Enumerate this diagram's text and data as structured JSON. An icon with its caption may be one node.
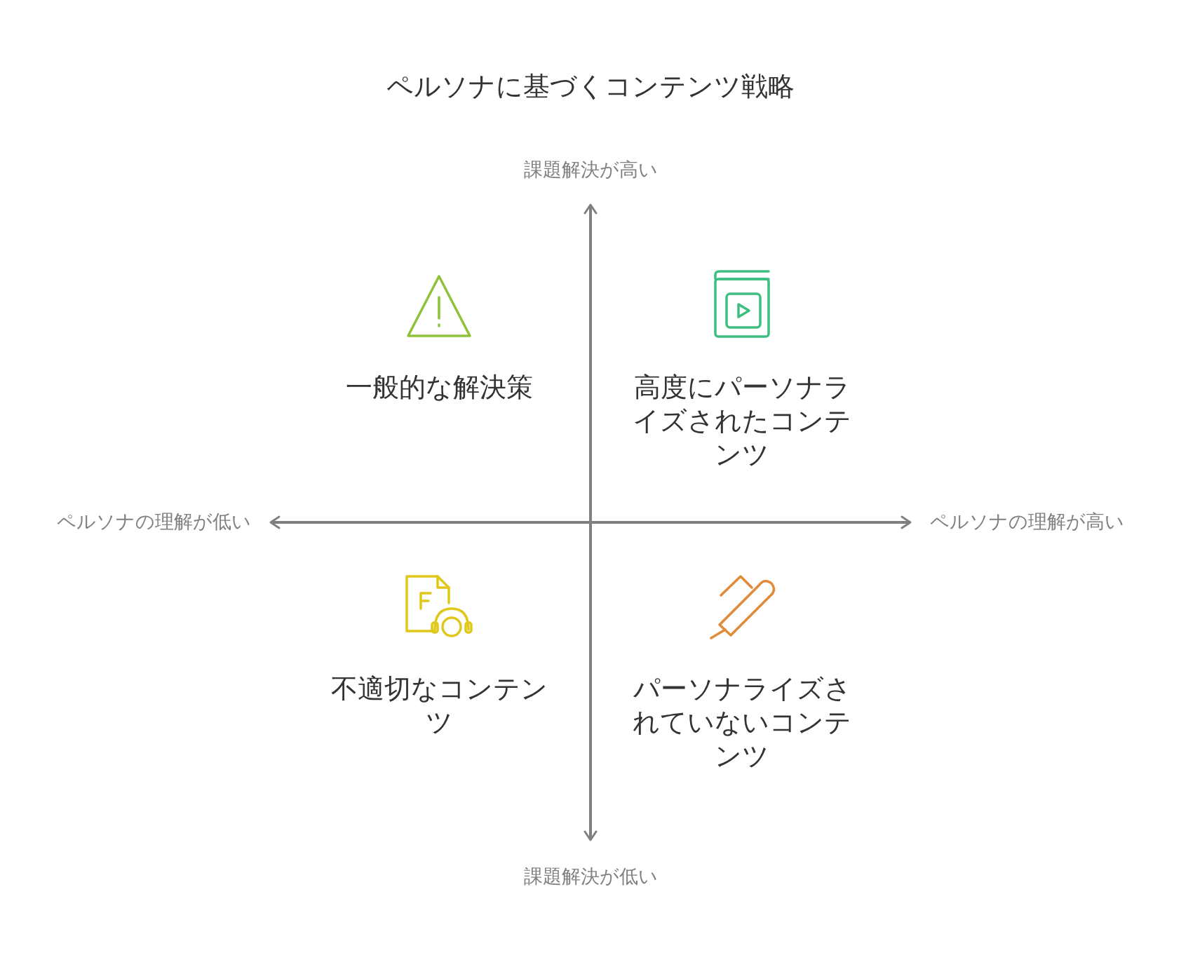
{
  "diagram": {
    "title": "ペルソナに基づくコンテンツ戦略",
    "labels": [
      "課題解決が高い",
      "一般的な解決策",
      "高度にパーソナライズされたコンテンツ",
      "ペルソナの理解が低い",
      "ペルソナの理解が高い",
      "不適切なコンテンツ",
      "パーソナライズされていないコンテンツ",
      "課題解決が低い"
    ]
  }
}
